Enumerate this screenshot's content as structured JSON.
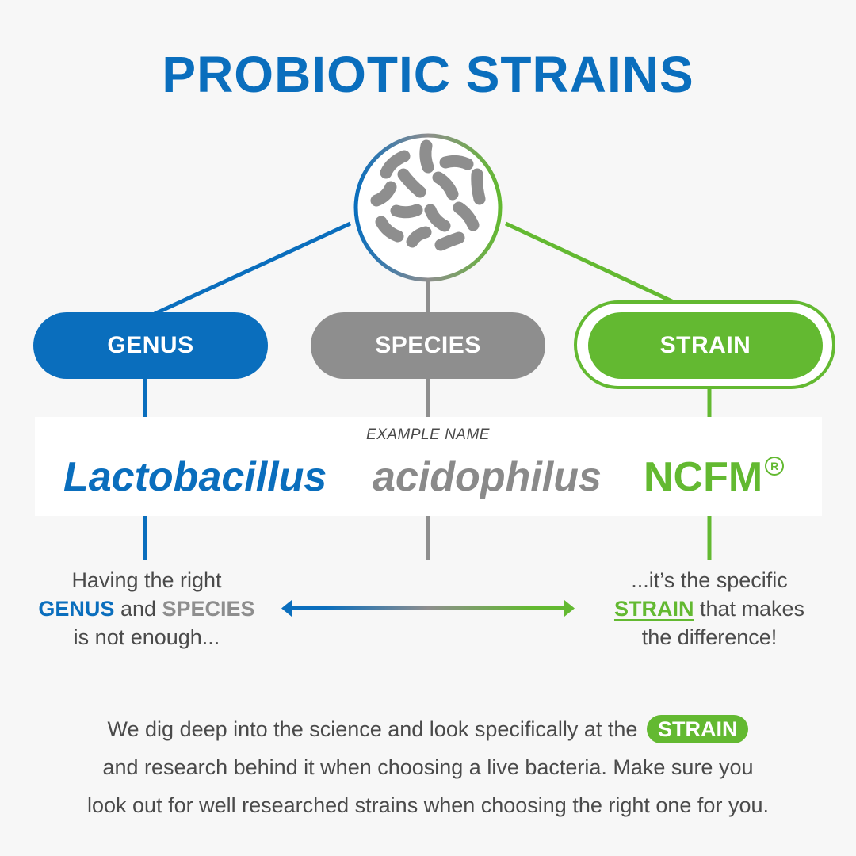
{
  "title": "PROBIOTIC STRAINS",
  "icon": {
    "name": "bacteria-icon",
    "border_gradient": [
      "#0a6ebd",
      "#8e8e8e",
      "#63b931"
    ],
    "fill": "#8e8e8e"
  },
  "pills": {
    "genus": {
      "label": "GENUS",
      "color": "#0a6ebd"
    },
    "species": {
      "label": "SPECIES",
      "color": "#8e8e8e"
    },
    "strain": {
      "label": "STRAIN",
      "color": "#63b931"
    }
  },
  "example": {
    "label": "EXAMPLE NAME",
    "genus": "Lactobacillus",
    "species": "acidophilus",
    "strain": "NCFM",
    "registered_mark": "R"
  },
  "captions": {
    "left": {
      "line1": "Having the right",
      "genus": "GENUS",
      "and": " and ",
      "species": "SPECIES",
      "line3": "is not enough..."
    },
    "right": {
      "line1": "...it’s the specific",
      "strain": "STRAIN",
      "line2_rest": " that makes",
      "line3": "the difference!"
    }
  },
  "arrow": {
    "name": "double-arrow",
    "gradient": [
      "#0a6ebd",
      "#8e8e8e",
      "#63b931"
    ]
  },
  "bottom": {
    "line1_pre": "We dig deep into the science and look specifically at the",
    "badge": "STRAIN",
    "line2": "and research behind it when choosing a live bacteria. Make sure you",
    "line3": "look out for well researched strains when choosing the right one for you."
  },
  "colors": {
    "blue": "#0a6ebd",
    "grey": "#8e8e8e",
    "green": "#63b931",
    "background": "#f7f7f7",
    "text": "#4a4a4a"
  }
}
